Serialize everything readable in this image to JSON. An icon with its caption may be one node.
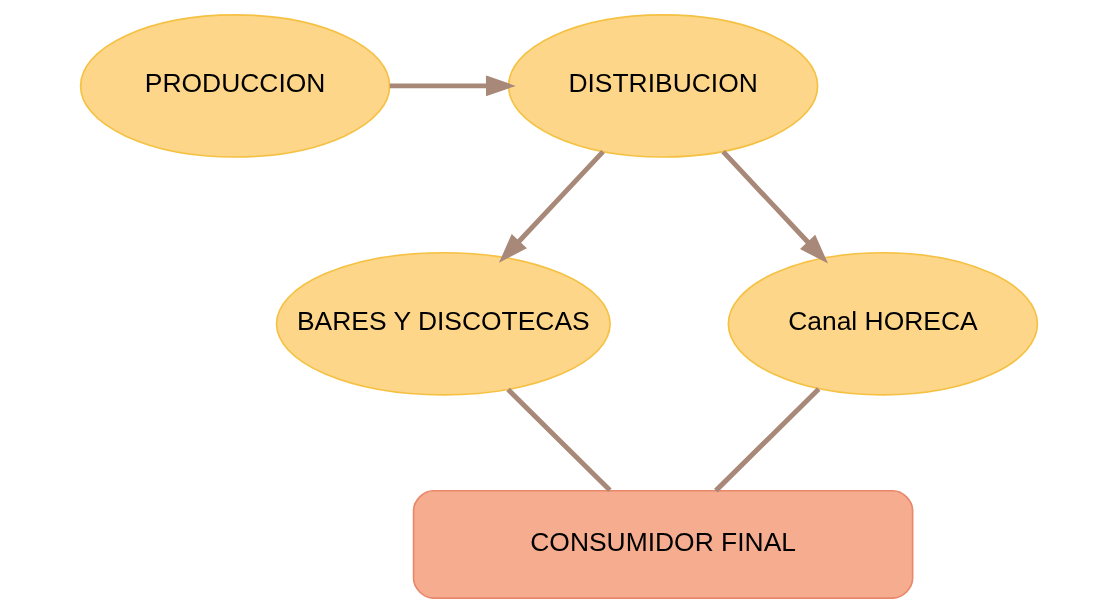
{
  "diagram": {
    "nodes": [
      {
        "text": [
          "PRODUCCION"
        ]
      },
      {
        "text": [
          "DISTRIBUCION"
        ]
      },
      {
        "text": [
          "BARES Y DISCOTECAS"
        ]
      },
      {
        "text": [
          "Canal HORECA"
        ]
      },
      {
        "text": [
          "CONSUMIDOR FINAL"
        ]
      }
    ],
    "edges": [
      {
        "from": 0,
        "to": 1,
        "arrow": "to"
      },
      {
        "from": 1,
        "to": 2,
        "arrow": "to"
      },
      {
        "from": 1,
        "to": 3,
        "arrow": "to"
      },
      {
        "from": 2,
        "to": 4,
        "arrow": "none"
      },
      {
        "from": 3,
        "to": 4,
        "arrow": "none"
      }
    ]
  }
}
